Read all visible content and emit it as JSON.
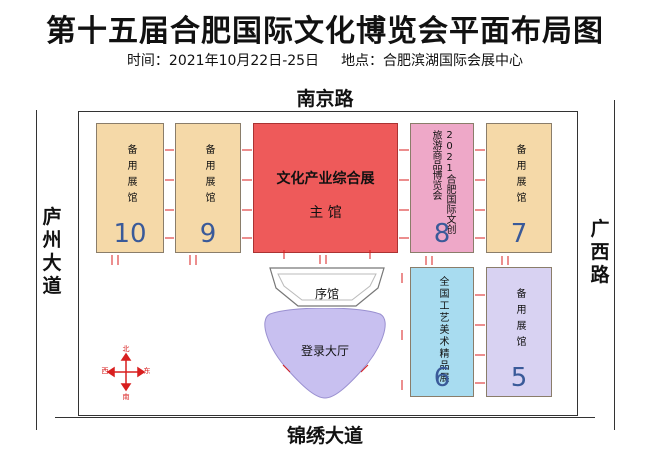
{
  "title": "第十五届合肥国际文化博览会平面布局图",
  "subtitle": {
    "time": "时间：2021年10月22日-25日",
    "location": "地点：合肥滨湖国际会展中心"
  },
  "roads": {
    "north": "南京路",
    "south": "锦绣大道",
    "west": "庐州大道",
    "east": "广西路"
  },
  "halls": {
    "h10": {
      "label": "备用展馆",
      "number": "10",
      "color": "#f5d9a8"
    },
    "h9": {
      "label": "备用展馆",
      "number": "9",
      "color": "#f5d9a8"
    },
    "main": {
      "label": "文化产业综合展",
      "sub": "主 馆",
      "color": "#ee5a5a"
    },
    "h8": {
      "label_1": "2021合肥国际文创",
      "label_2": "旅游商品博览会",
      "number": "8",
      "color": "#eea8c8"
    },
    "h7": {
      "label": "备用展馆",
      "number": "7",
      "color": "#f5d9a8"
    },
    "h6": {
      "label": "全国工艺美术精品展",
      "number": "6",
      "color": "#a8dcf0"
    },
    "h5": {
      "label": "备用展馆",
      "number": "5",
      "color": "#d8d2f2"
    },
    "prelude": {
      "label": "序馆"
    },
    "lobby": {
      "label": "登录大厅",
      "color": "#c8c0f0"
    }
  },
  "compass": {
    "north": "北",
    "south": "南",
    "west": "西",
    "east": "东"
  }
}
